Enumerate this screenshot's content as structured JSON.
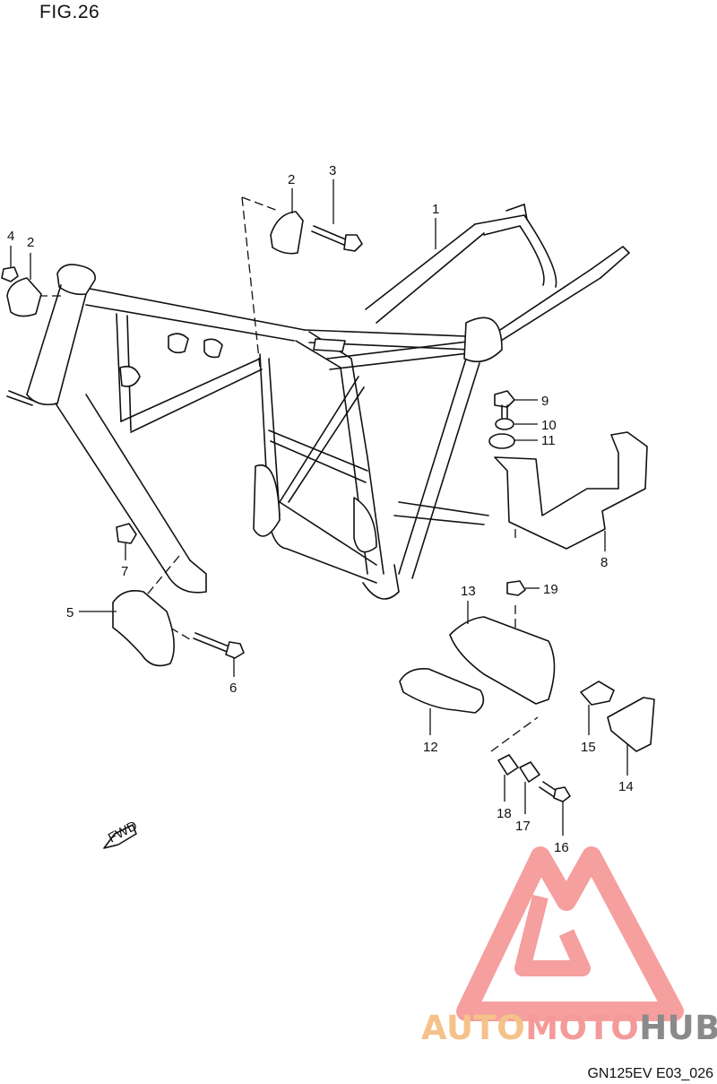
{
  "figure": {
    "title": "FIG.26",
    "code": "GN125EV E03_026"
  },
  "callouts": [
    "1",
    "2",
    "3",
    "4",
    "2",
    "5",
    "6",
    "7",
    "8",
    "9",
    "10",
    "11",
    "12",
    "13",
    "14",
    "15",
    "16",
    "17",
    "18",
    "19"
  ],
  "fwd_label": "FWD",
  "watermark": {
    "part1": "AUTO",
    "part2": "MOTO",
    "part3": "HUB",
    "colors": {
      "auto": "#f5c28a",
      "moto": "#f59a9a",
      "hub": "#8a8a8a",
      "logo": "#f28080"
    }
  }
}
